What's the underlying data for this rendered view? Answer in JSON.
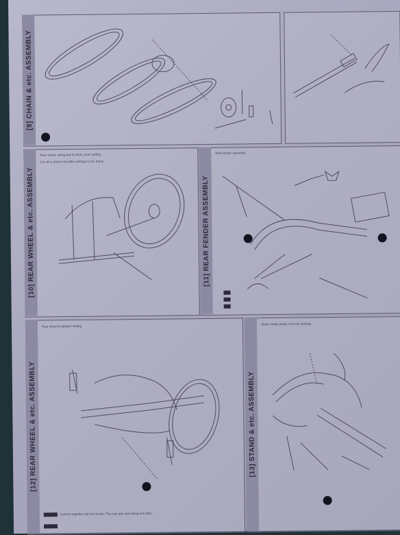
{
  "sections": {
    "s9": {
      "title": "[9] CHAIN & etc. ASSEMBLY"
    },
    "s10": {
      "title": "[10] REAR WHEEL & etc. ASSEMBLY",
      "note1": "Rear wheel, swing arm & chain cover setting",
      "note2": "Cut off a stretch and after settings to the frame"
    },
    "s11": {
      "title": "[11] REAR FENDER ASSEMBLY",
      "note1": "Rear fender assembly"
    },
    "s12": {
      "title": "[12] REAR WHEEL & etc. ASSEMBLY",
      "note1": "Rear wheel & damper setting",
      "caption": "Cement together with the fender. The rear axle and swing arm after ..."
    },
    "s13": {
      "title": "[13] STAND & etc. ASSEMBLY",
      "note1": "Stand, brake pedal, foot rest settings"
    }
  }
}
